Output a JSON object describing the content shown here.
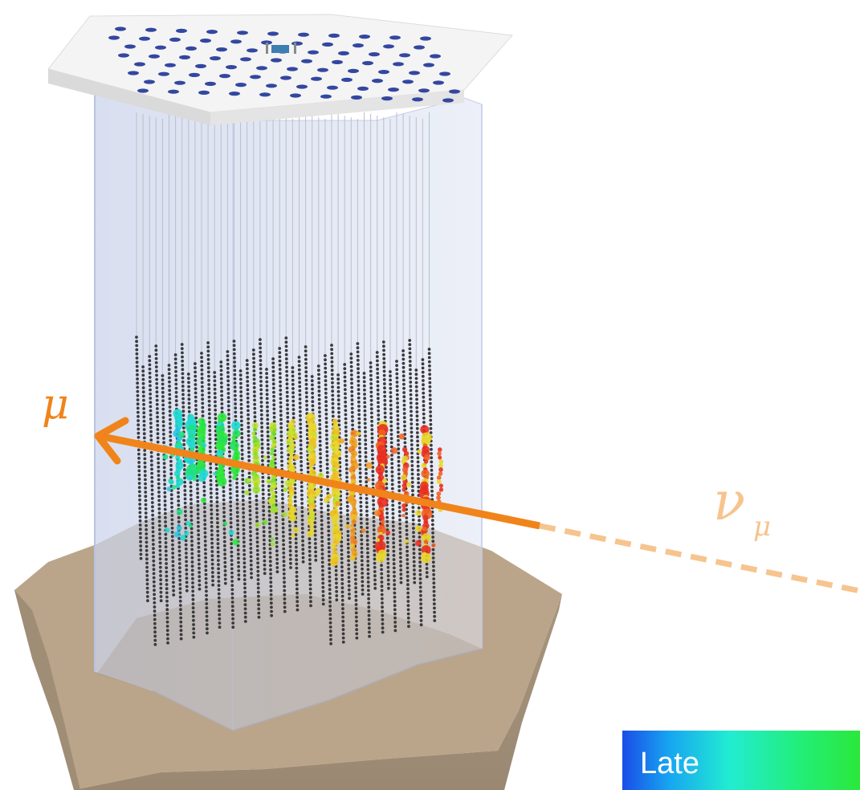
{
  "labels": {
    "muon": "μ",
    "neutrino": "ν",
    "neutrino_subscript": "μ"
  },
  "legend": {
    "text": "Late"
  },
  "colors": {
    "track_arrow": "#f0841a",
    "incoming_track": "#f6c48e",
    "strings": "#3a3a3a",
    "bedrock": "#b3a08a",
    "ice_volume": "#d7def0",
    "surface_plate": "#ececec",
    "surface_holes": "#3347a0"
  }
}
